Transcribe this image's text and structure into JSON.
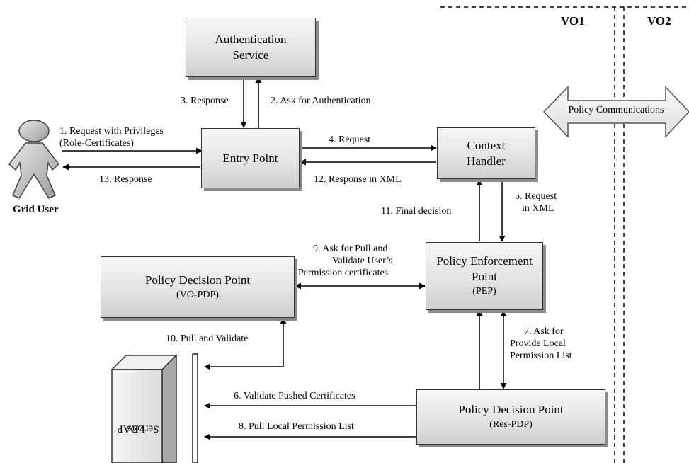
{
  "vo_labels": {
    "vo1": "VO1",
    "vo2": "VO2"
  },
  "boxes": {
    "authentication_service": {
      "line1": "Authentication",
      "line2": "Service"
    },
    "entry_point": {
      "title": "Entry Point"
    },
    "context_handler": {
      "line1": "Context",
      "line2": "Handler"
    },
    "pep": {
      "line1": "Policy Enforcement",
      "line2": "Point",
      "sub": "(PEP)"
    },
    "vo_pdp": {
      "title": "Policy Decision Point",
      "sub": "(VO-PDP)"
    },
    "res_pdp": {
      "title": "Policy Decision Point",
      "sub": "(Res-PDP)"
    },
    "ldap": {
      "line1": "LDAP",
      "line2": "Servers"
    }
  },
  "actors": {
    "grid_user": "Grid User"
  },
  "policy_communications": "Policy Communications",
  "messages": {
    "m1_line1": "1. Request with Privileges",
    "m1_line2": "(Role-Certificates)",
    "m2": "2. Ask for Authentication",
    "m3": "3. Response",
    "m4": "4. Request",
    "m5_line1": "5. Request",
    "m5_line2": "in XML",
    "m6": "6. Validate Pushed Certificates",
    "m7_line1": "7. Ask for",
    "m7_line2": "Provide Local",
    "m7_line3": "Permission List",
    "m8": "8. Pull Local Permission List",
    "m9_line1": "9. Ask for Pull and",
    "m9_line2": "Validate User’s",
    "m9_line3": "Permission certificates",
    "m10": "10. Pull and Validate",
    "m11": "11. Final decision",
    "m12": "12. Response in XML",
    "m13": "13. Response"
  },
  "colors": {
    "box_fill_top": "#f7f7f7",
    "box_fill_bottom": "#cfcfcf",
    "shadow": "#8c8c8c",
    "line": "#000000"
  }
}
